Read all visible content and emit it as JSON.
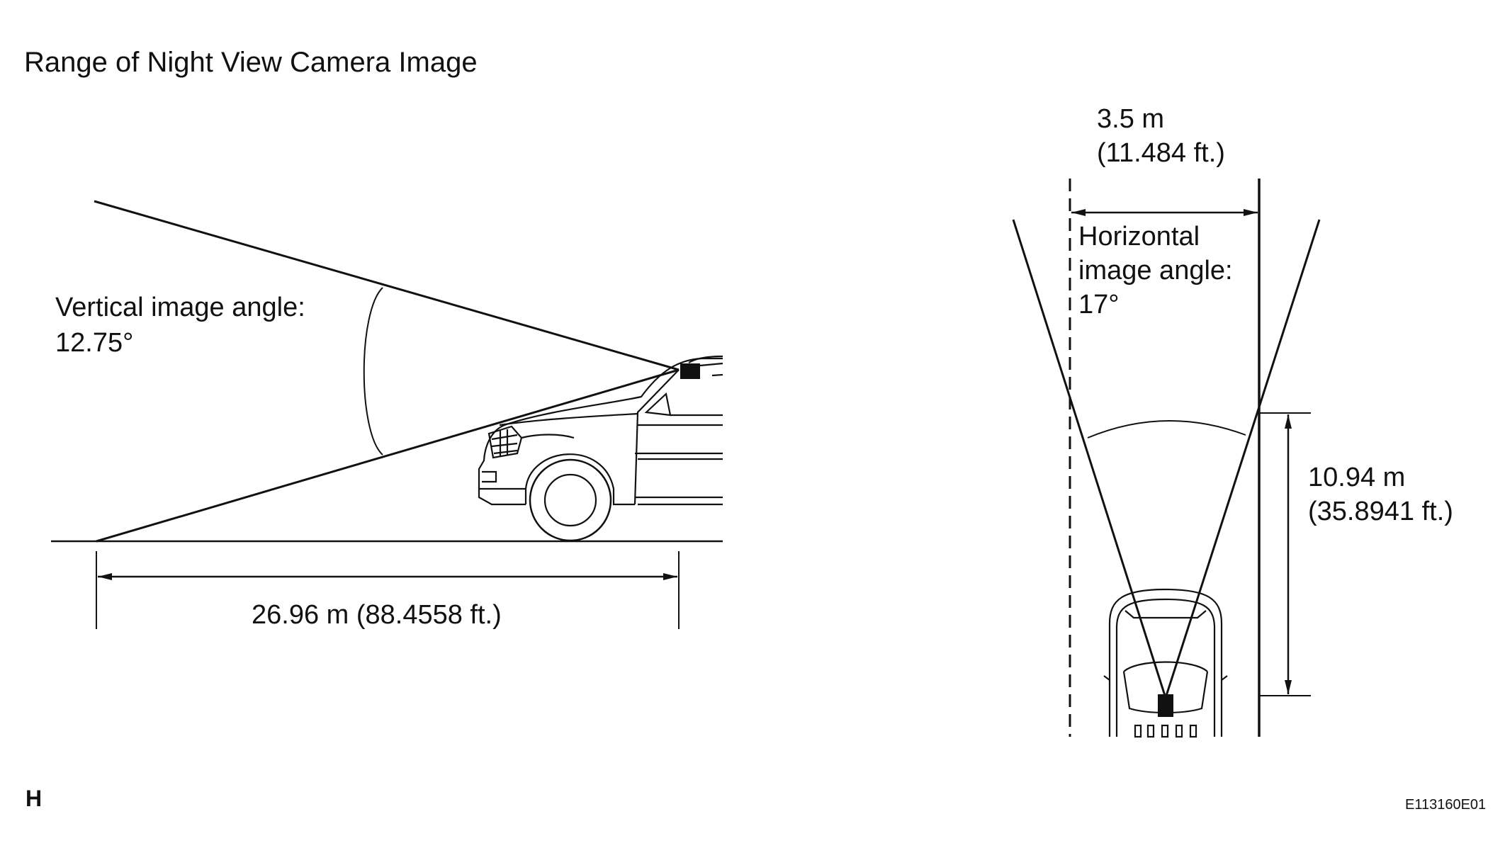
{
  "title": "Range of Night View Camera Image",
  "side_view": {
    "vertical_angle_label": "Vertical image angle:",
    "vertical_angle_value": "12.75°",
    "distance_label": "26.96 m (88.4558 ft.)"
  },
  "top_view": {
    "width_m": "3.5 m",
    "width_ft": "(11.484 ft.)",
    "horizontal_angle_line1": "Horizontal",
    "horizontal_angle_line2": "image angle:",
    "horizontal_angle_value": "17°",
    "near_distance_m": "10.94 m",
    "near_distance_ft": "(35.8941 ft.)"
  },
  "footer": {
    "left_mark": "H",
    "figure_code": "E113160E01"
  },
  "colors": {
    "line": "#111111",
    "background": "#ffffff"
  }
}
